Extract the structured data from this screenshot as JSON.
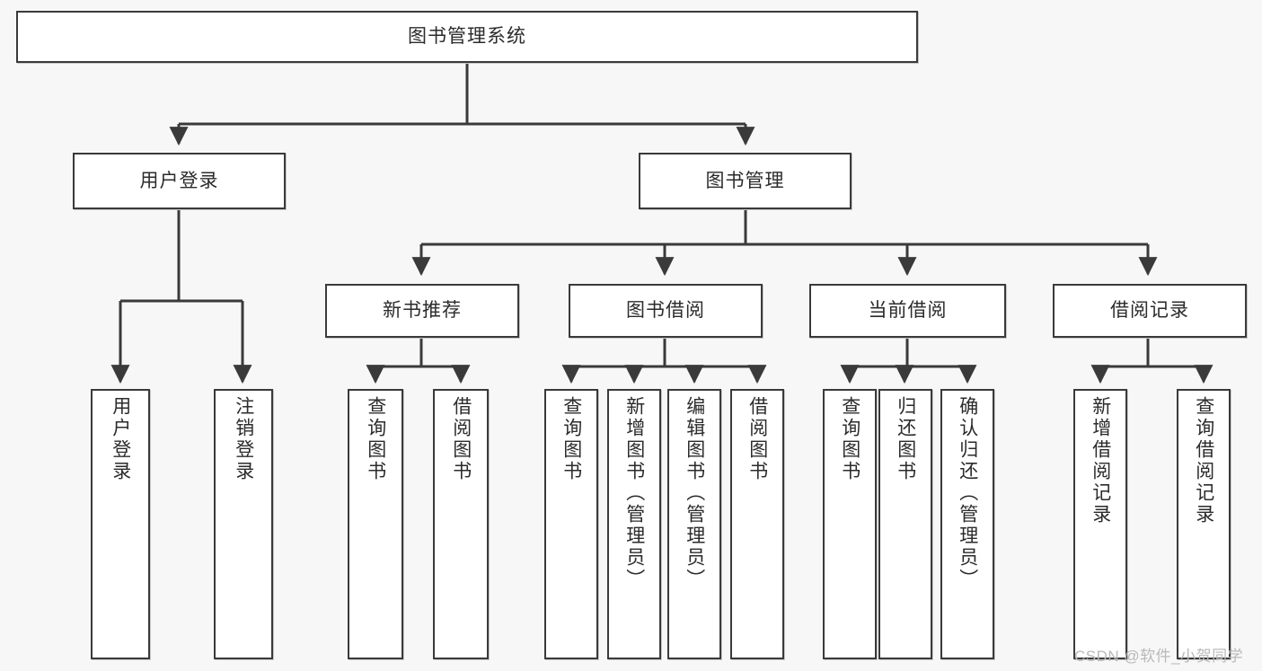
{
  "diagram": {
    "type": "tree",
    "title": "图书管理系统",
    "watermark": "CSDN @软件_小贺同学",
    "colors": {
      "background": "#f7f7f7",
      "node_fill": "#ffffff",
      "node_border": "#3a3a3a",
      "edge": "#3a3a3a",
      "text": "#2b2b2b",
      "watermark": "#b9b9b9"
    },
    "root": {
      "label": "图书管理系统"
    },
    "level2": [
      {
        "id": "user-login",
        "label": "用户登录"
      },
      {
        "id": "book-management",
        "label": "图书管理"
      }
    ],
    "level3": [
      {
        "id": "new-book-recommend",
        "label": "新书推荐",
        "parent": "book-management"
      },
      {
        "id": "book-borrow",
        "label": "图书借阅",
        "parent": "book-management"
      },
      {
        "id": "current-borrow",
        "label": "当前借阅",
        "parent": "book-management"
      },
      {
        "id": "borrow-record",
        "label": "借阅记录",
        "parent": "book-management"
      }
    ],
    "leaves": {
      "user-login": [
        {
          "id": "leaf-user-login",
          "label": "用户登录"
        },
        {
          "id": "leaf-user-logout",
          "label": "注销登录"
        }
      ],
      "new-book-recommend": [
        {
          "id": "leaf-query-book-1",
          "label": "查询图书"
        },
        {
          "id": "leaf-borrow-book-1",
          "label": "借阅图书"
        }
      ],
      "book-borrow": [
        {
          "id": "leaf-query-book-2",
          "label": "查询图书"
        },
        {
          "id": "leaf-add-book",
          "label": "新增图书（管理员）"
        },
        {
          "id": "leaf-edit-book",
          "label": "编辑图书（管理员）"
        },
        {
          "id": "leaf-borrow-book-2",
          "label": "借阅图书"
        }
      ],
      "current-borrow": [
        {
          "id": "leaf-query-book-3",
          "label": "查询图书"
        },
        {
          "id": "leaf-return-book",
          "label": "归还图书"
        },
        {
          "id": "leaf-confirm-return",
          "label": "确认归还（管理员）"
        }
      ],
      "borrow-record": [
        {
          "id": "leaf-add-record",
          "label": "新增借阅记录"
        },
        {
          "id": "leaf-query-record",
          "label": "查询借阅记录"
        }
      ]
    }
  }
}
